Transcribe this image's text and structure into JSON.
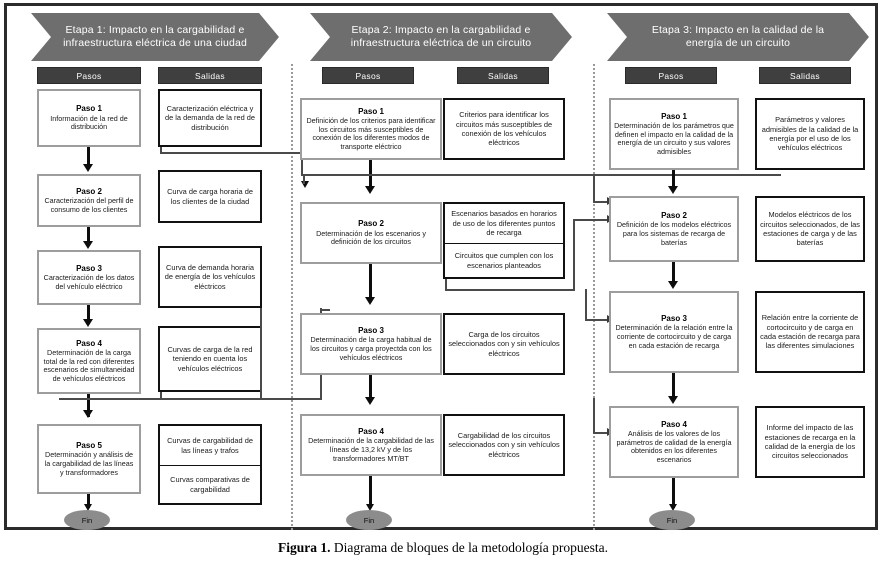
{
  "figure": {
    "caption_label": "Figura 1.",
    "caption_text": "Diagrama de bloques de la metodología propuesta."
  },
  "columns": [
    {
      "id": "etapa-1",
      "banner": "Etapa 1: Impacto en la cargabilidad e infraestructura eléctrica de una ciudad",
      "header_steps": "Pasos",
      "header_outputs": "Salidas",
      "terminator": "Fin",
      "steps": [
        {
          "title": "Paso 1",
          "body": "Información de la red de distribución"
        },
        {
          "title": "Paso 2",
          "body": "Caracterización del perfil de consumo de los clientes"
        },
        {
          "title": "Paso 3",
          "body": "Caracterización de los datos del vehículo eléctrico"
        },
        {
          "title": "Paso 4",
          "body": "Determinación de la carga total de la red con diferentes escenarios de simultaneidad de vehículos eléctricos"
        },
        {
          "title": "Paso 5",
          "body": "Determinación y análisis de la cargabilidad de las líneas y transformadores"
        }
      ],
      "outputs": [
        {
          "body": "Caracterización eléctrica y de la demanda de la red de distribución"
        },
        {
          "body": "Curva de carga horaria de los clientes de la ciudad"
        },
        {
          "body": "Curva de demanda horaria de energía de los vehículos eléctricos"
        },
        {
          "body": "Curvas de carga de la red teniendo en cuenta los vehículos eléctricos"
        },
        {
          "body": "Curvas de cargabilidad de las líneas y trafos"
        },
        {
          "body": "Curvas comparativas de cargabilidad"
        }
      ]
    },
    {
      "id": "etapa-2",
      "banner": "Etapa 2: Impacto en la cargabilidad e infraestructura eléctrica de un circuito",
      "header_steps": "Pasos",
      "header_outputs": "Salidas",
      "terminator": "Fin",
      "steps": [
        {
          "title": "Paso 1",
          "body": "Definición de los criterios para identificar los circuitos más susceptibles de conexión de los diferentes modos de transporte eléctrico"
        },
        {
          "title": "Paso 2",
          "body": "Determinación de los escenarios y definición de los circuitos"
        },
        {
          "title": "Paso 3",
          "body": "Determinación de la carga habitual de los circuitos y carga proyectda con los vehículos eléctricos"
        },
        {
          "title": "Paso 4",
          "body": "Determinación de la cargabilidad de las líneas de 13,2 kV y de los transformadores MT/BT"
        }
      ],
      "outputs": [
        {
          "body": "Criterios para identificar los circuitos más susceptibles de conexión de los vehículos eléctricos"
        },
        {
          "body": "Escenarios basados en horarios de uso de los diferentes puntos de recarga"
        },
        {
          "body": "Circuitos que cumplen con los escenarios planteados"
        },
        {
          "body": "Carga de los circuitos seleccionados con y sin vehículos eléctricos"
        },
        {
          "body": "Cargabilidad de los circuitos seleccionados con y sin vehículos eléctricos"
        }
      ]
    },
    {
      "id": "etapa-3",
      "banner": "Etapa 3: Impacto en la calidad de la energía de un circuito",
      "header_steps": "Pasos",
      "header_outputs": "Salidas",
      "terminator": "Fin",
      "steps": [
        {
          "title": "Paso 1",
          "body": "Determinación de los parámetros que definen el impacto en la calidad de la energía de un circuito y sus valores admisibles"
        },
        {
          "title": "Paso 2",
          "body": "Definición de los modelos eléctricos para los sistemas de recarga de baterías"
        },
        {
          "title": "Paso 3",
          "body": "Determinación de la relación entre la corriente de cortocircuito y de carga en cada estación de recarga"
        },
        {
          "title": "Paso 4",
          "body": "Análisis de los valores de los parámetros de calidad de la energía obtenidos en los diferentes escenarios"
        }
      ],
      "outputs": [
        {
          "body": "Parámetros y valores admisibles de la calidad de la energía por el uso de los vehículos eléctricos"
        },
        {
          "body": "Modelos eléctricos de los circuitos seleccionados, de las estaciones de carga y de las baterías"
        },
        {
          "body": "Relación entre la corriente de cortocircuito y de carga en cada estación de recarga para las diferentes simulaciones"
        },
        {
          "body": "Informe del impacto de las estaciones de recarga en la calidad de la energía de los circuitos seleccionados"
        }
      ]
    }
  ],
  "colors": {
    "banner_fill": "#6e6e6e",
    "pill_fill": "#3f3f3f",
    "terminator_fill": "#8c8c8c",
    "step_border": "#9d9d9d",
    "output_border": "#111111",
    "frame_border": "#2b2b2b"
  }
}
